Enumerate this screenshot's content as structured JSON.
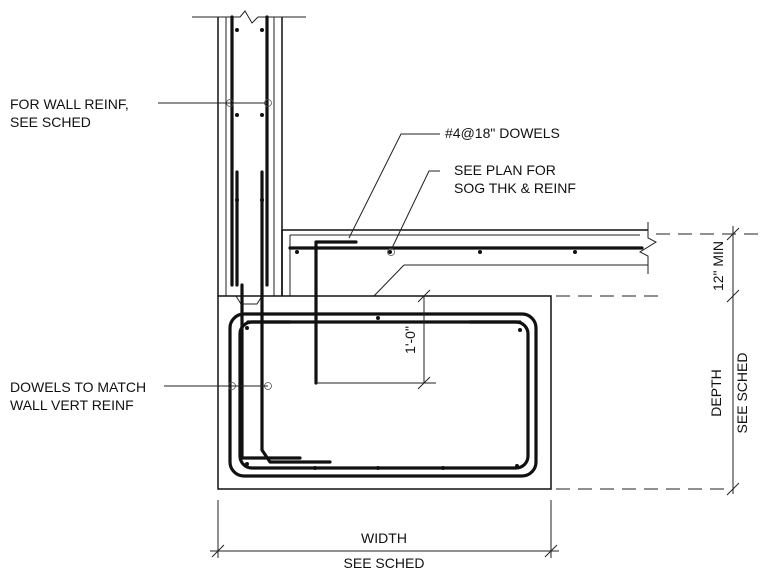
{
  "labels": {
    "wall_reinf_1": "FOR WALL REINF,",
    "wall_reinf_2": "SEE SCHED",
    "dowels_spec": "#4@18\" DOWELS",
    "sog_1": "SEE PLAN FOR",
    "sog_2": "SOG THK & REINF",
    "dowels_match_1": "DOWELS TO MATCH",
    "dowels_match_2": "WALL VERT REINF",
    "dim_1_0": "1'-0\"",
    "dim_12_min": "12\" MIN",
    "depth_1": "DEPTH",
    "depth_2": "SEE SCHED",
    "width_1": "WIDTH",
    "width_2": "SEE SCHED"
  }
}
